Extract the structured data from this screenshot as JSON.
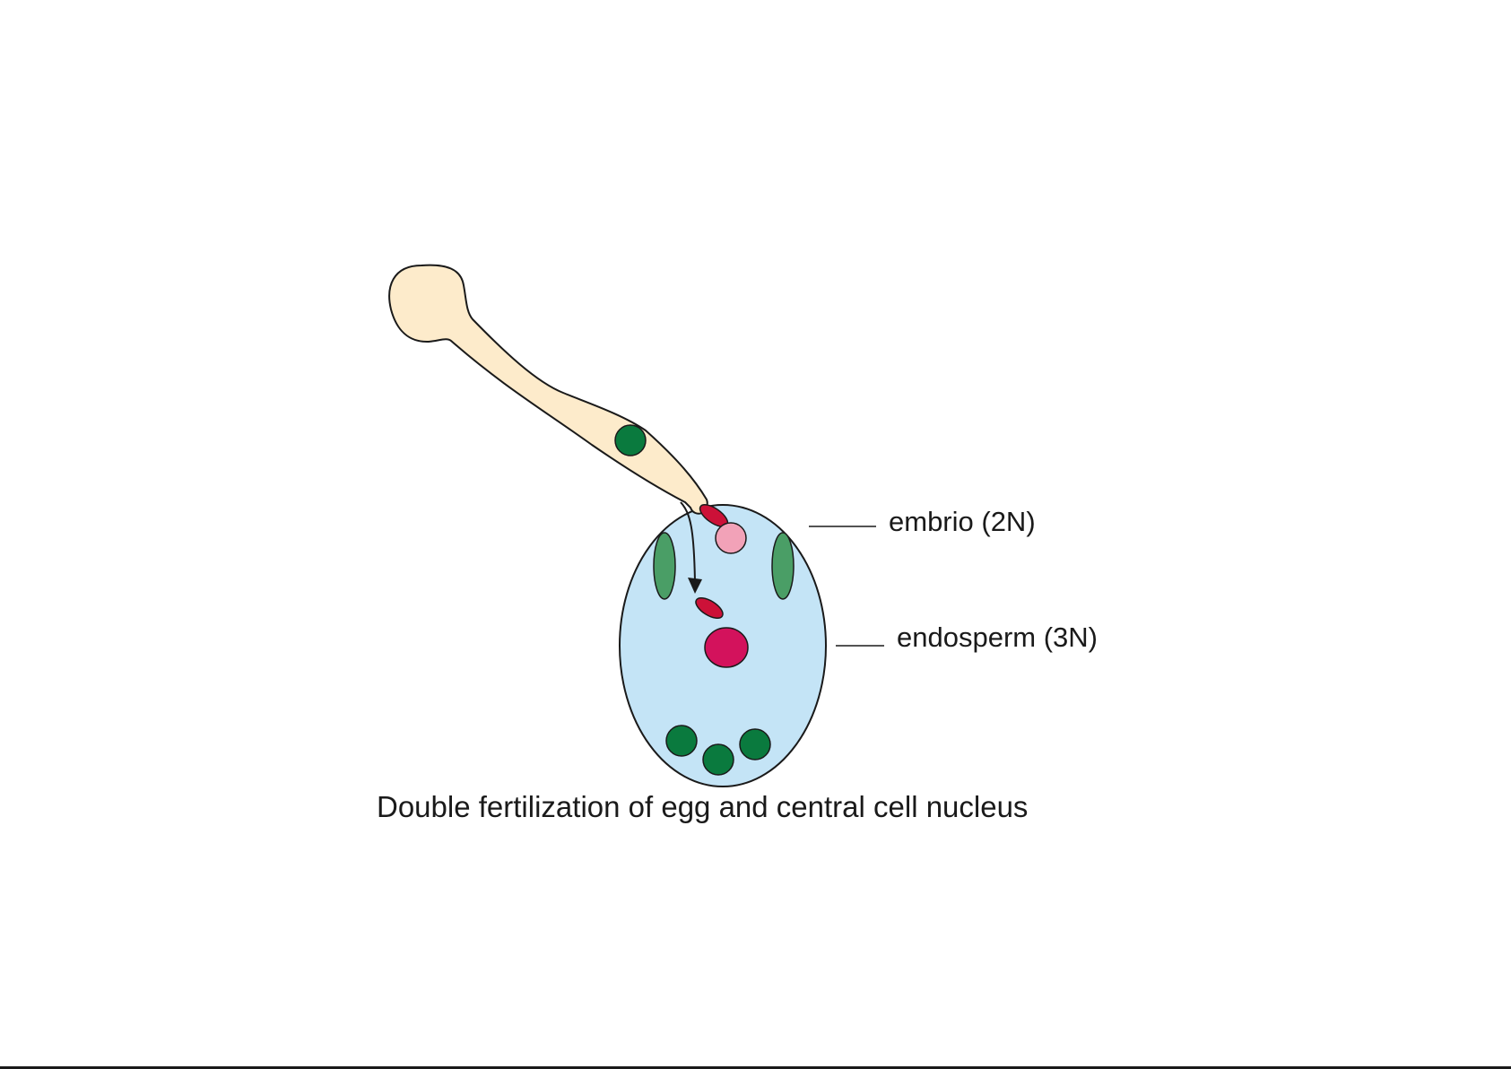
{
  "diagram": {
    "labels": {
      "embryo": "embrio (2N)",
      "endosperm": "endosperm (3N)"
    },
    "caption": "Double fertilization of egg and central cell nucleus"
  },
  "colors": {
    "pollen_tube": "#fdebcb",
    "embryo_sac": "#c4e4f6",
    "tube_nucleus": "#0a7a3e",
    "synergid": "#4a9e66",
    "antipodal": "#0a7a3e",
    "sperm": "#cc1138",
    "egg": "#f2a2b8",
    "polar_nucleus": "#d3125c",
    "outline": "#1a1a1a"
  }
}
